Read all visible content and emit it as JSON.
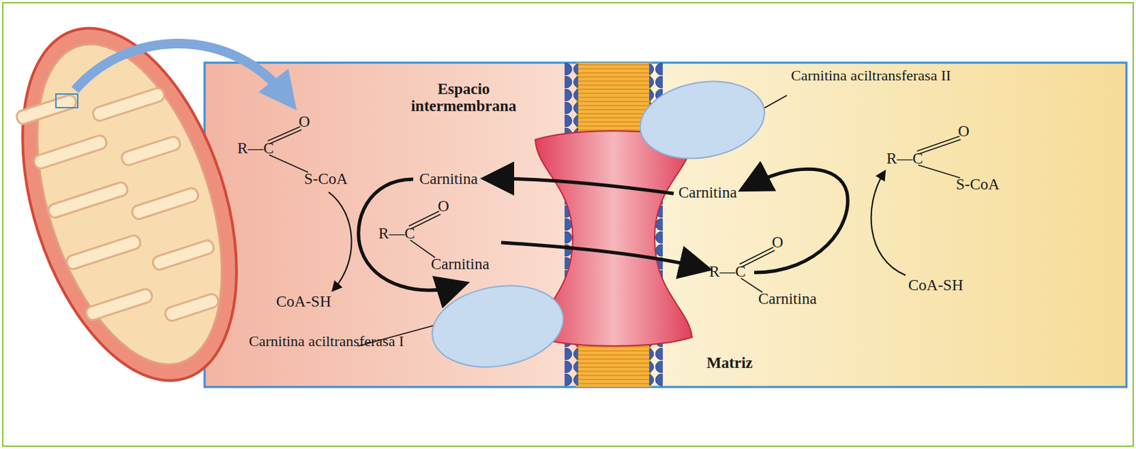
{
  "diagram": {
    "nodes": [
      {
        "text": [
          "Carnitina aciltransferasa I"
        ]
      },
      {
        "text": [
          "Carnitina aciltransferasa II"
        ]
      }
    ],
    "labels": [
      "O",
      "R—C",
      "S-CoA",
      "Espacio intermembrana",
      "Carnitina",
      "O",
      "R—C",
      "Carnitina",
      "CoA-SH",
      "Carnitina",
      "O",
      "R—C",
      "S-CoA",
      "O",
      "R—C",
      "Carnitina",
      "CoA-SH",
      "Matriz"
    ]
  }
}
